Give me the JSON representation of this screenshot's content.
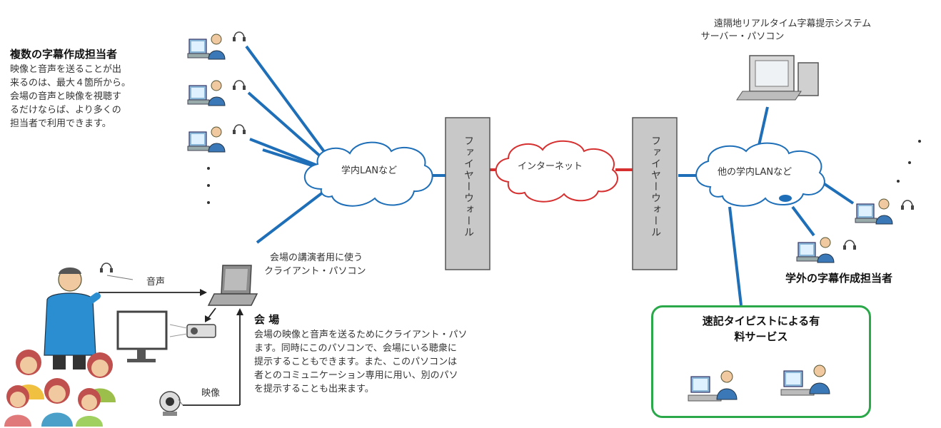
{
  "title_remote": [
    "遠隔地リアルタイム字幕提示システム",
    "サーバー・パソコン"
  ],
  "multi_captioners": {
    "heading": "複数の字幕作成担当者",
    "lines": [
      "映像と音声を送ることが出",
      "来るのは、最大４箇所から。",
      "会場の音声と映像を視聴す",
      "るだけならば、より多くの",
      "担当者で利用できます。"
    ]
  },
  "campus_lan": "学内LANなど",
  "internet": "インターネット",
  "firewall_1": "ファイヤーウォール",
  "firewall_2": "ファイヤーウォール",
  "other_lan": "他の学内LANなど",
  "client_pc": [
    "会場の講演者用に使う",
    "クライアント・パソコン"
  ],
  "audio_label": "音声",
  "video_label": "映像",
  "venue": {
    "heading": "会 場",
    "lines": [
      "会場の映像と音声を送るためにクライアント・パソ",
      "ます。同時にこのパソコンで、会場にいる聴衆に",
      "提示することもできます。また、このパソコンは",
      "者とのコミュニケーション専用に用い、別のパソ",
      "を提示することも出来ます。"
    ]
  },
  "external_captioners": "学外の字幕作成担当者",
  "paid_service": [
    "速記タイピストによる有",
    "料サービス"
  ],
  "colors": {
    "lan_line": "#1e6fb8",
    "internet_line": "#d63030",
    "paid_border": "#2aa84a",
    "firewall_fill": "#c8c8c8"
  }
}
